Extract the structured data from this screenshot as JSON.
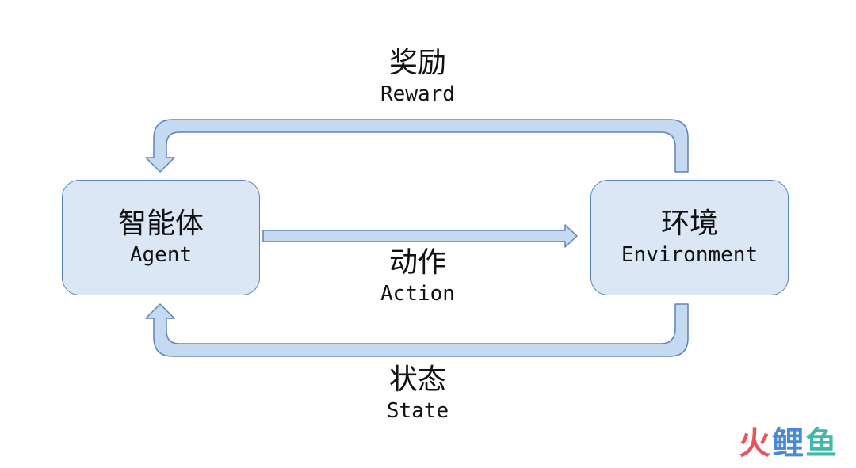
{
  "agent": {
    "zh": "智能体",
    "en": "Agent"
  },
  "environment": {
    "zh": "环境",
    "en": "Environment"
  },
  "reward": {
    "zh": "奖励",
    "en": "Reward"
  },
  "action": {
    "zh": "动作",
    "en": "Action"
  },
  "state": {
    "zh": "状态",
    "en": "State"
  },
  "watermark": {
    "c1": "火",
    "c2": "鲤",
    "c3": "鱼"
  },
  "colors": {
    "box_fill": "#dbe7f5",
    "box_border": "#5b84b9",
    "arrow_fill": "#c5d9f1",
    "arrow_border": "#5b84b9"
  }
}
